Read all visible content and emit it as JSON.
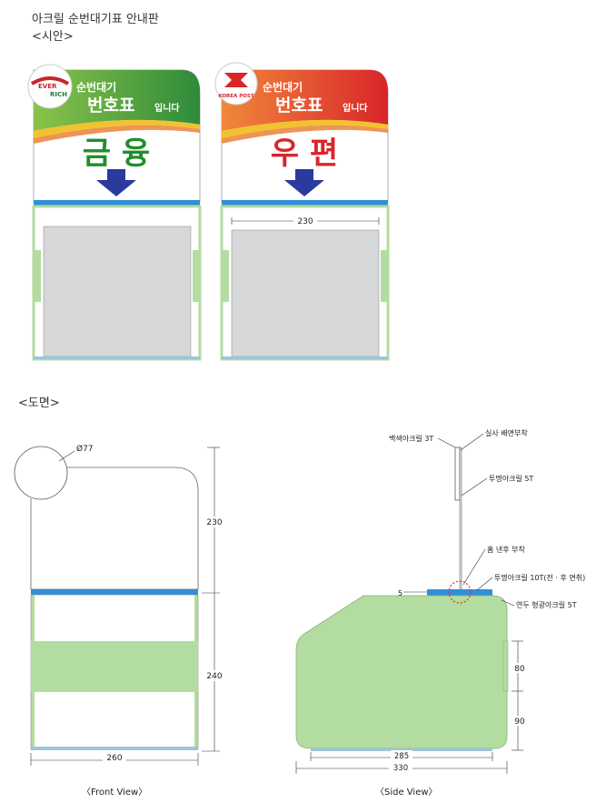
{
  "header": {
    "title": "아크릴 순번대기표 안내판",
    "subtitle": "<시안>",
    "drawing_label": "<도면>"
  },
  "signs": [
    {
      "logo_top": "EVER",
      "logo_bottom": "RICH",
      "line1": "순번대기",
      "line2": "번호표",
      "line2_suffix": "입니다",
      "big_text": "금 융",
      "band_color": "#3f9a3c",
      "big_text_color": "#1f8f2a"
    },
    {
      "logo_top": "",
      "logo_bottom": "KOREA POST",
      "line1": "순번대기",
      "line2": "번호표",
      "line2_suffix": "입니다",
      "big_text": "우 편",
      "band_color": "#d9252a",
      "big_text_color": "#d9252a",
      "inner_width": "230"
    }
  ],
  "front_view": {
    "diameter": "Ø77",
    "dim_top": "230",
    "dim_bottom": "240",
    "dim_width": "260",
    "caption": "〈Front View〉"
  },
  "side_view": {
    "label_white_acrylic": "백색아크릴 3T",
    "label_real_print": "실사 배면부착",
    "label_clear_5t": "투명아크릴 5T",
    "label_groove": "홈 낸후 부착",
    "label_clear_10t": "투명아크릴 10T(전 · 후 면취)",
    "label_green_5t": "연두 형광아크릴 5T",
    "dim_5": "5",
    "dim_80": "80",
    "dim_90": "90",
    "dim_285": "285",
    "dim_330": "330",
    "caption": "〈Side View〉"
  },
  "colors": {
    "blue_bar": "#2f8fd8",
    "light_green": "#b3dca0",
    "panel_gray": "#d6d7d8",
    "dashed_red": "#e03030"
  }
}
